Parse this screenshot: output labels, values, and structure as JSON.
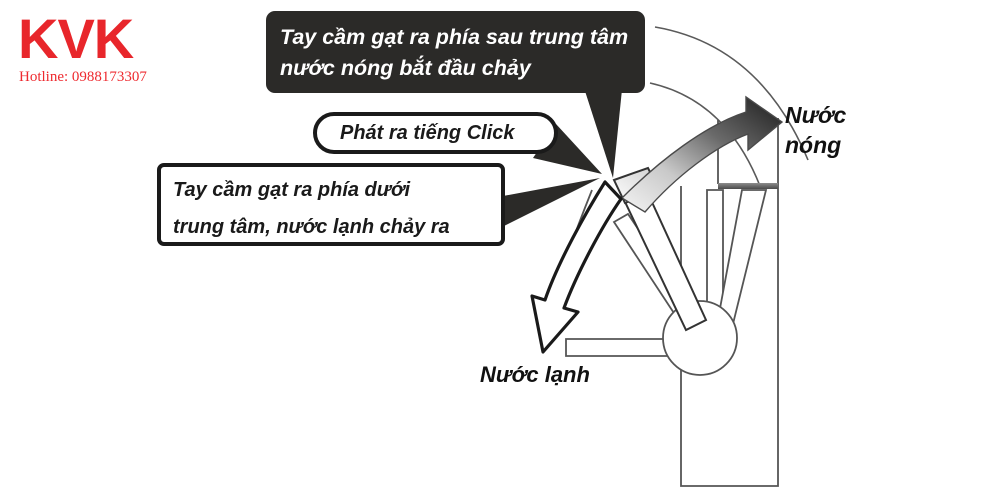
{
  "brand": {
    "wordmark": "KVK",
    "hotline": "Hotline: 0988173307",
    "color": "#e8262b"
  },
  "callouts": {
    "hot_instruction": {
      "line1": "Tay cầm gạt ra phía sau trung tâm",
      "line2": "nước nóng bắt đầu chảy",
      "background": "#2b2a28",
      "text_color": "#ffffff"
    },
    "click_sound": {
      "line1": "Phát ra tiếng Click",
      "background": "#ffffff",
      "text_color": "#1a1a1a"
    },
    "cold_instruction": {
      "line1": "Tay cầm gạt ra phía dưới",
      "line2": "trung tâm, nước lạnh chảy ra",
      "background": "#ffffff",
      "text_color": "#1a1a1a"
    }
  },
  "flow_labels": {
    "hot_water": {
      "line1": "Nước",
      "line2": "nóng"
    },
    "cold_water": {
      "line1": "Nước lạnh"
    }
  },
  "diagram": {
    "title": "faucet-lever-operation-diagram",
    "stroke_color": "#555555",
    "outline_color": "#1a1a1a",
    "hot_arrow_gradient": [
      "#f2f2f2",
      "#1c1c1c"
    ],
    "cold_arrow_fill": "#ffffff",
    "pivot_fill": "#ffffff"
  }
}
